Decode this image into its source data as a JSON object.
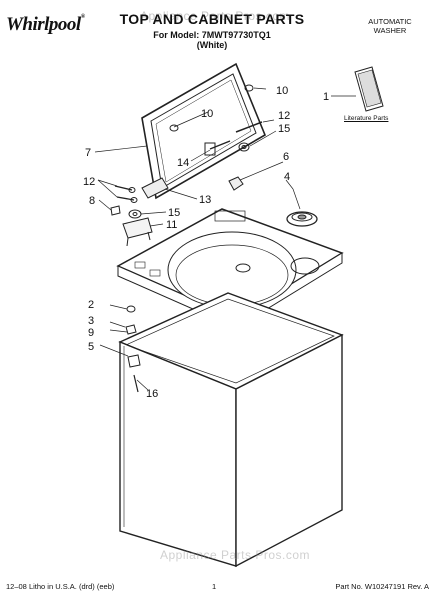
{
  "header": {
    "brand": "Whirlpool",
    "brand_mark": "®",
    "title": "TOP AND CABINET PARTS",
    "model_line": "For Model: 7MWT97730TQ1",
    "color_line": "(White)",
    "product_type": "AUTOMATIC",
    "product_type_2": "WASHER"
  },
  "watermark": "Appliance Parts Pros.com",
  "literature": {
    "callout": "1",
    "label": "Literature Parts"
  },
  "callouts": {
    "c10a": "10",
    "c10b": "10",
    "c12a": "12",
    "c12b": "12",
    "c15a": "15",
    "c15b": "15",
    "c14": "14",
    "c7": "7",
    "c6": "6",
    "c4": "4",
    "c13": "13",
    "c8": "8",
    "c11": "11",
    "c2": "2",
    "c3": "3",
    "c9": "9",
    "c5": "5",
    "c16": "16"
  },
  "footer": {
    "left": "12–08 Litho in U.S.A. (drd) (eeb)",
    "page": "1",
    "part_no": "Part No. W10247191 Rev. A"
  }
}
